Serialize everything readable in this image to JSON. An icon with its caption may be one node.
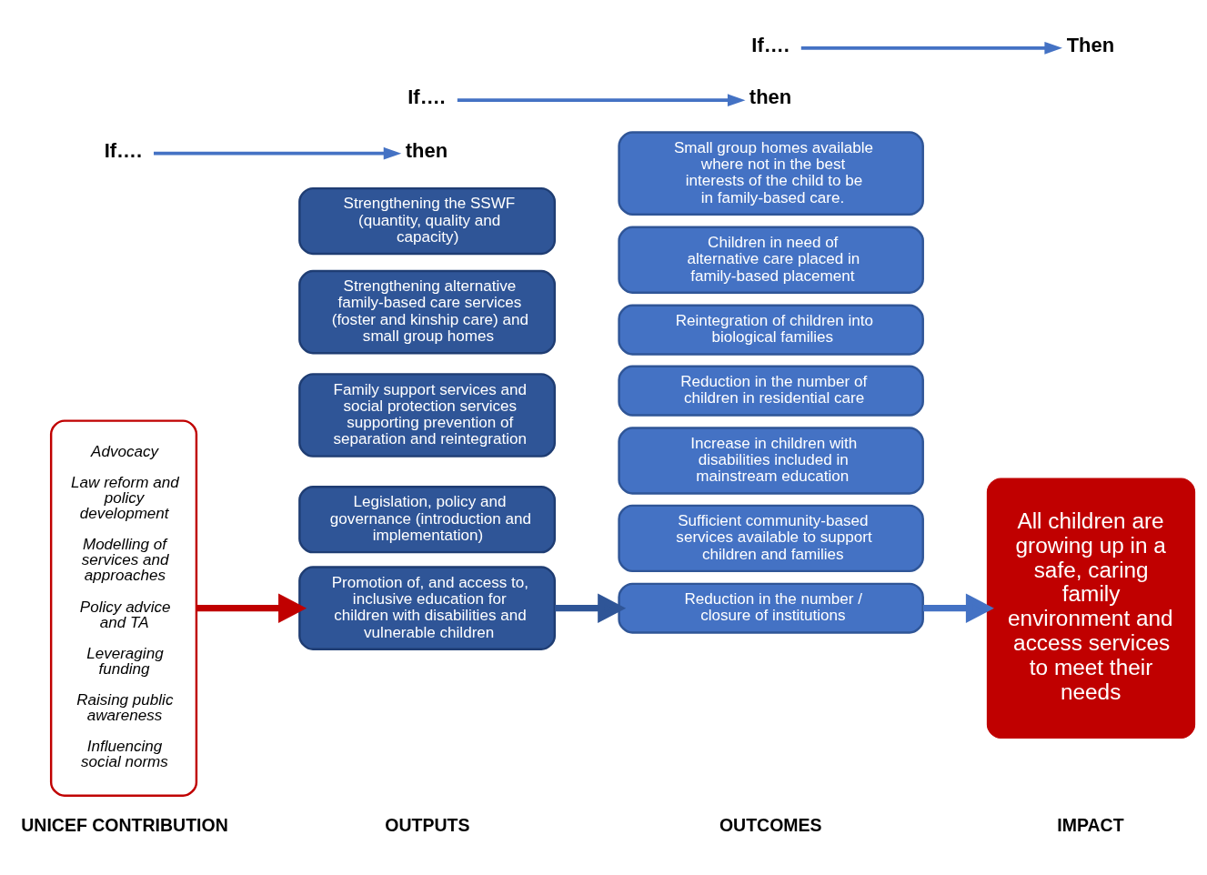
{
  "diagram": {
    "nodes": [
      {
        "text": [
          "Advocacy",
          "Law reform and policy development",
          "Modelling of services and approaches",
          "Policy advice and TA",
          "Leveraging funding",
          "Raising public awareness",
          "Influencing social norms"
        ]
      },
      {
        "text": [
          "Legislation, policy and governance (introduction and implementation)"
        ]
      },
      {
        "text": [
          "Family support services and social protection services supporting prevention of separation and reintegration"
        ]
      },
      {
        "text": [
          "Promotion of, and access to, inclusive education for children with disabilities and vulnerable children"
        ]
      },
      {
        "text": [
          "Strengthening alternative family-based care services (foster and kinship care) and small group homes"
        ]
      },
      {
        "text": [
          "Strengthening the SSWF (quantity, quality and capacity)"
        ]
      },
      {
        "text": [
          "Sufficient community-based services available to support children and families"
        ]
      },
      {
        "text": [
          "Increase in children with disabilities included in mainstream education"
        ]
      },
      {
        "text": [
          "Reduction in the number of children in residential care"
        ]
      },
      {
        "text": [
          "Reduction in the number / closure of institutions"
        ]
      },
      {
        "text": [
          "Reintegration of children into biological families"
        ]
      },
      {
        "text": [
          "Children in need of alternative care placed in family-based placement"
        ]
      },
      {
        "text": [
          "Small group homes available where not in the best interests of the child to be in family-based care."
        ]
      },
      {
        "text": [
          "All children are growing up in a safe, caring family environment and access services to meet their needs"
        ]
      },
      {
        "text": [
          "If…."
        ]
      },
      {
        "text": [
          "then"
        ]
      },
      {
        "text": [
          "If…."
        ]
      },
      {
        "text": [
          "then"
        ]
      },
      {
        "text": [
          "If…."
        ]
      },
      {
        "text": [
          "Then"
        ]
      }
    ],
    "edges": [
      {
        "from": 0,
        "to": 3,
        "arrow": "to",
        "style": "thick",
        "color": "#c00000"
      },
      {
        "from": 3,
        "to": 9,
        "arrow": "to",
        "style": "thick",
        "color": "#2f5597"
      },
      {
        "from": 9,
        "to": 13,
        "arrow": "to",
        "style": "thick"
      },
      {
        "from": 14,
        "to": 15,
        "arrow": "to"
      },
      {
        "from": 16,
        "to": 17,
        "arrow": "to"
      },
      {
        "from": 18,
        "to": 19,
        "arrow": "to"
      }
    ],
    "labels": [
      "UNICEF CONTRIBUTION",
      "OUTPUTS",
      "OUTCOMES",
      "IMPACT"
    ]
  }
}
